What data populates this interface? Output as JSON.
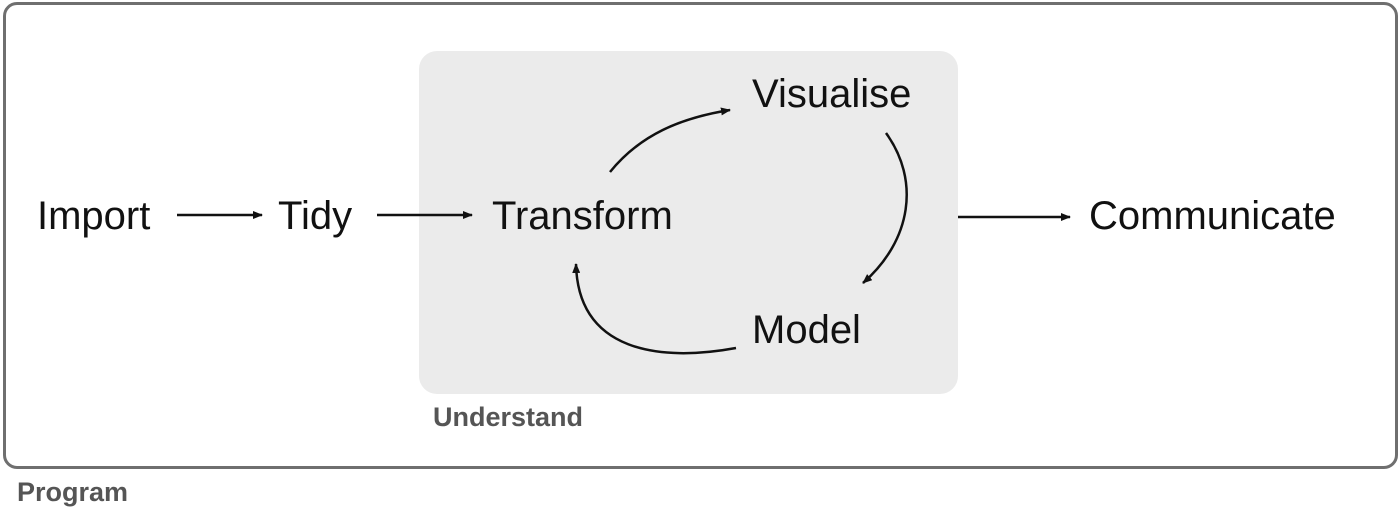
{
  "nodes": {
    "import": "Import",
    "tidy": "Tidy",
    "transform": "Transform",
    "visualise": "Visualise",
    "model": "Model",
    "communicate": "Communicate"
  },
  "groups": {
    "understand": "Understand",
    "program": "Program"
  },
  "colors": {
    "arrow": "#111111",
    "understand_fill": "#ebebeb",
    "program_border": "#6f6f6f",
    "group_label": "#555555"
  }
}
